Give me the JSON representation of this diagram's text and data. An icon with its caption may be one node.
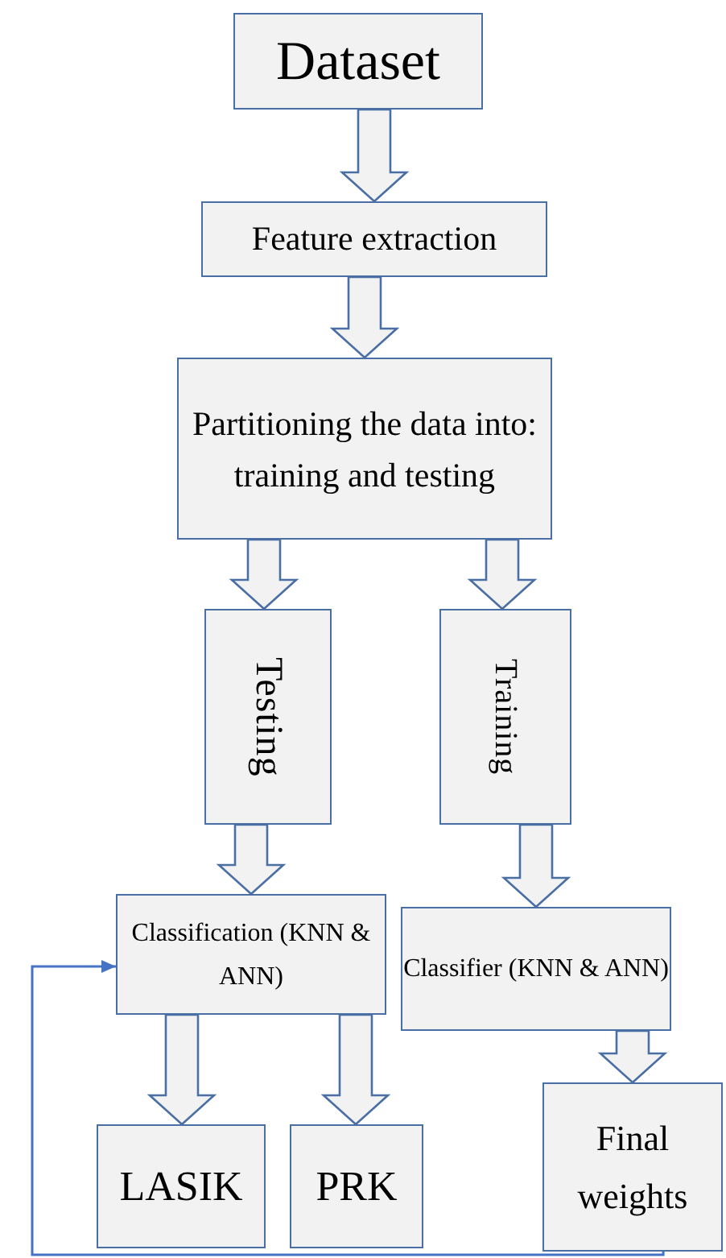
{
  "diagram": {
    "nodes": [
      {
        "text": [
          "Dataset"
        ]
      },
      {
        "text": [
          "Feature extraction"
        ]
      },
      {
        "text": [
          "Partitioning the data into: training and testing"
        ]
      },
      {
        "text": [
          "Testing"
        ]
      },
      {
        "text": [
          "Training"
        ]
      },
      {
        "text": [
          "Classification (KNN & ANN)"
        ]
      },
      {
        "text": [
          "Classifier (KNN & ANN)"
        ]
      },
      {
        "text": [
          "LASIK"
        ]
      },
      {
        "text": [
          "PRK"
        ]
      },
      {
        "text": [
          "Final weights"
        ]
      }
    ],
    "edges": [
      {
        "from": 0,
        "to": 1,
        "arrow": "to",
        "style": "thick"
      },
      {
        "from": 1,
        "to": 2,
        "arrow": "to",
        "style": "thick"
      },
      {
        "from": 2,
        "to": 3,
        "arrow": "to",
        "style": "thick"
      },
      {
        "from": 2,
        "to": 4,
        "arrow": "to",
        "style": "thick"
      },
      {
        "from": 3,
        "to": 5,
        "arrow": "to",
        "style": "thick"
      },
      {
        "from": 4,
        "to": 6,
        "arrow": "to",
        "style": "thick"
      },
      {
        "from": 5,
        "to": 7,
        "arrow": "to",
        "style": "thick"
      },
      {
        "from": 5,
        "to": 8,
        "arrow": "to",
        "style": "thick"
      },
      {
        "from": 6,
        "to": 9,
        "arrow": "to",
        "style": "thick"
      },
      {
        "from": 9,
        "to": 5,
        "arrow": "to",
        "color": "#4472c4"
      }
    ]
  }
}
